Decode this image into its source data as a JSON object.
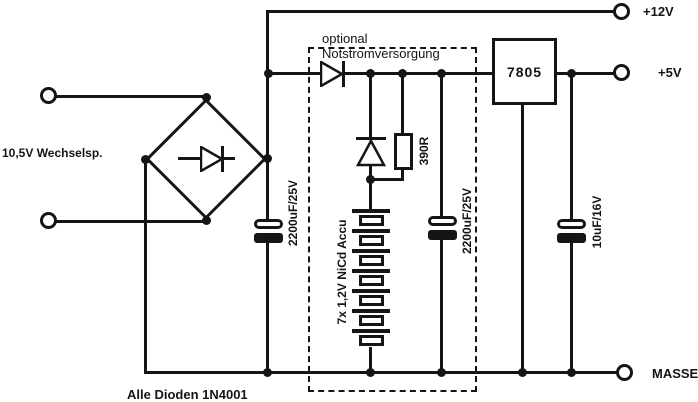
{
  "texts": {
    "ac_input_label": "10,5V Wechselsp.",
    "diodes_note": "Alle Dioden 1N4001",
    "optional_word": "optional",
    "backup_title": "Notstromversorgung",
    "regulator_label": "7805",
    "resistor_label": "390R",
    "battery_label": "7x 1,2V NiCd Accu",
    "smoothing_cap_label": "2200uF/25V",
    "backup_cap_label": "2200uF/25V",
    "output_cap_label": "10uF/16V",
    "rail_12v_label": "+12V",
    "rail_5v_label": "+5V",
    "ground_label": "MASSE"
  },
  "colors": {
    "line": "#151515",
    "background": "#ffffff"
  }
}
